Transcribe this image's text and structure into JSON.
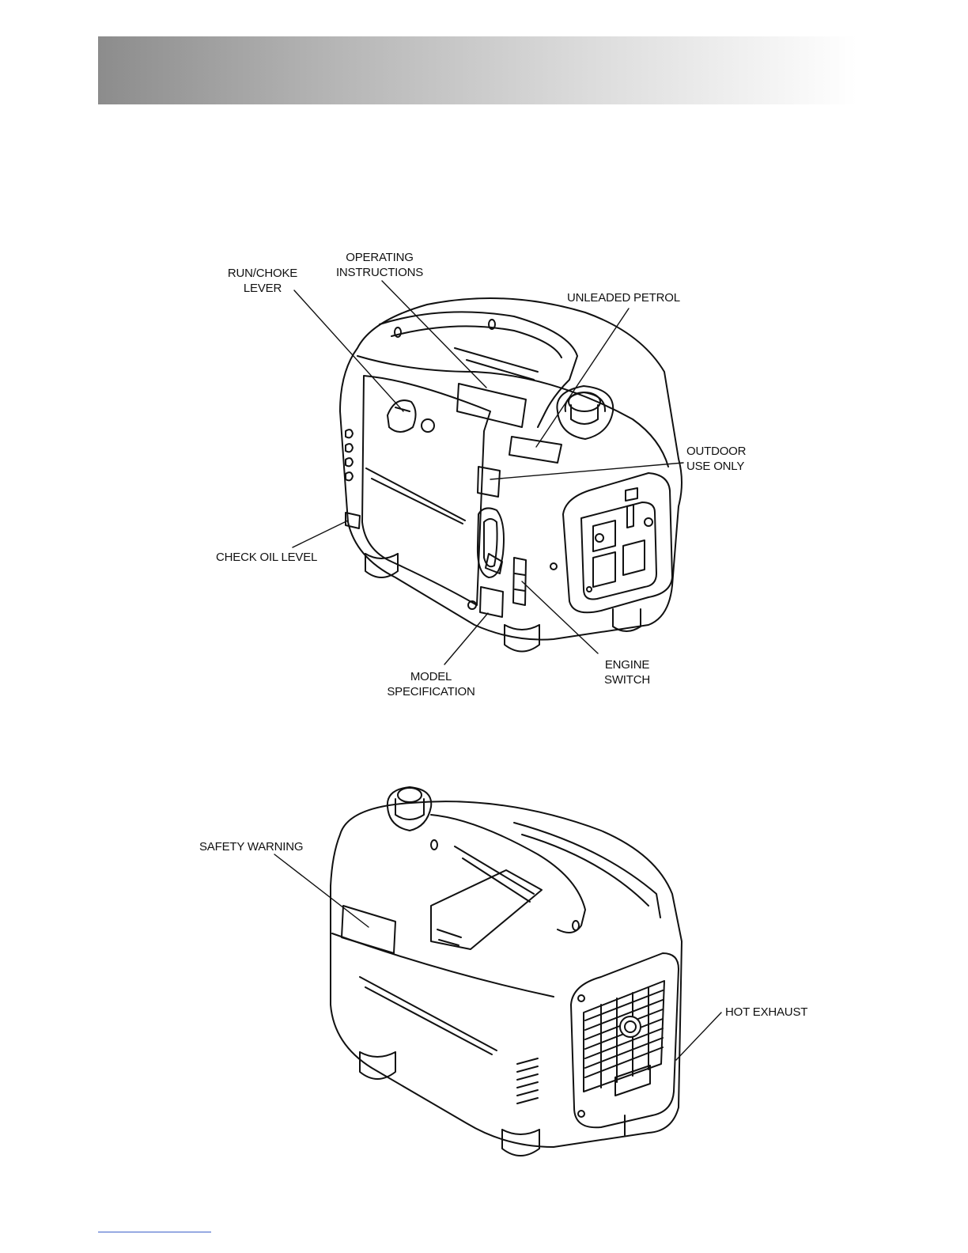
{
  "header": {
    "band_colors": [
      "#8c8c8c",
      "#ffffff"
    ]
  },
  "figure_top": {
    "callouts": {
      "run_choke_lever": "RUN/CHOKE\nLEVER",
      "operating_instructions": "OPERATING\nINSTRUCTIONS",
      "unleaded_petrol": "UNLEADED PETROL",
      "outdoor_use_only": "OUTDOOR\nUSE ONLY",
      "check_oil_level": "CHECK OIL LEVEL",
      "model_specification": "MODEL\nSPECIFICATION",
      "engine_switch": "ENGINE\nSWITCH"
    }
  },
  "figure_bottom": {
    "callouts": {
      "safety_warning": "SAFETY WARNING",
      "hot_exhaust": "HOT EXHAUST"
    }
  },
  "footer": {
    "rule_color": "#3b5fc8"
  }
}
